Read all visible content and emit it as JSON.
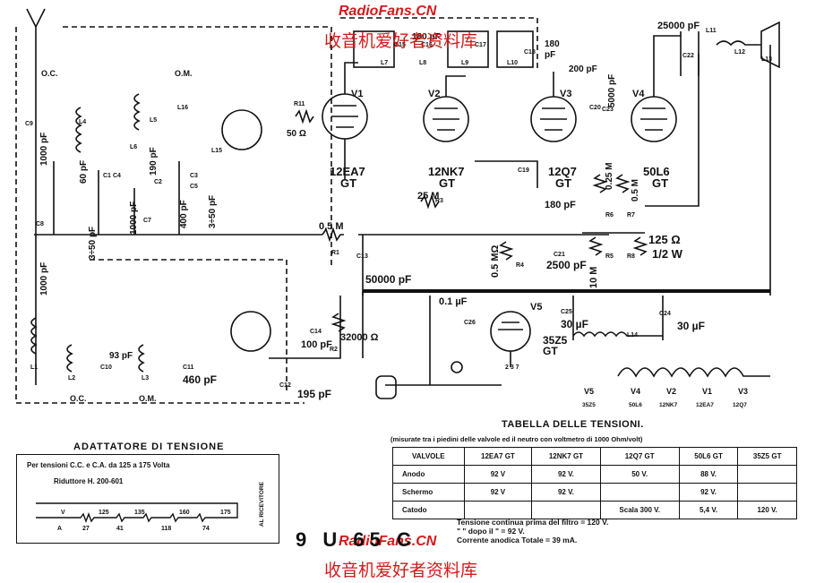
{
  "watermark": {
    "brand": "RadioFans.CN",
    "brand_cn": "收音机爱好者资料库"
  },
  "model": "9 U 65 C",
  "schematic": {
    "tubes": [
      {
        "ref": "V1",
        "type": "12EA7",
        "suffix": "GT"
      },
      {
        "ref": "V2",
        "type": "12NK7",
        "suffix": "GT"
      },
      {
        "ref": "V3",
        "type": "12Q7",
        "suffix": "GT"
      },
      {
        "ref": "V4",
        "type": "50L6",
        "suffix": "GT"
      },
      {
        "ref": "V5",
        "type": "35Z5",
        "suffix": "GT"
      }
    ],
    "labels": {
      "oc_top": "O.C.",
      "om_top": "O.M.",
      "oc_bottom": "O.C.",
      "om_bottom": "O.M.",
      "c9": "C9",
      "c9_val": "1000 pF",
      "c8": "C8",
      "l1": "L1",
      "l1_val": "1000 pF",
      "l4": "L4",
      "c1": "C1",
      "c4": "C4",
      "c1_val": "60 pF",
      "c4_val": "3÷50 pF",
      "l5": "L5",
      "l6": "L6",
      "c7": "C7",
      "c7_val": "1000 pF",
      "c2": "C2",
      "c2_val": "190 pF",
      "c3": "C3",
      "c5": "C5",
      "c3_val": "400 pF",
      "c5_val": "3÷50 pF",
      "l16": "L16",
      "l15": "L15",
      "r11": "R11",
      "r11_val": "50 Ω",
      "r1": "R1",
      "r1_val": "0.5 M",
      "c13": "C13",
      "c13_val": "50000 pF",
      "l7": "L7",
      "l8": "L8",
      "l9": "L9",
      "l10": "L10",
      "c15": "C15",
      "c16": "C16",
      "c17": "C17",
      "c18": "C18",
      "p180a": "180 pF",
      "p180b": "180",
      "p180c": "pF",
      "c19": "C19",
      "c20": "C20",
      "c20_val": "200 pF",
      "c23": "C23",
      "c23_val": "5000 pF",
      "r3": "R3",
      "r3_val": "25 M",
      "p180d": "180 pF",
      "c21": "C21",
      "c21_val": "2500 pF",
      "r4": "R4",
      "r4_val": "0.5 MΩ",
      "r5": "R5",
      "r5_val": "10 M",
      "r6": "R6",
      "r6_val": "0.25 M",
      "r7": "R7",
      "r7_val": "0.5 M",
      "r8": "R8",
      "r8_val": "125 Ω",
      "r8_w": "1/2 W",
      "c22": "C22",
      "c22_val": "25000 pF",
      "l11": "L11",
      "l12": "L12",
      "l13": "L13",
      "c14": "C14",
      "c14_val": "100 pF",
      "r2": "R2",
      "r2_val": "32000 Ω",
      "c12": "C12",
      "c12_val": "195 pF",
      "c10": "C10",
      "c10_val": "93 pF",
      "c11": "C11",
      "c11_val": "460 pF",
      "l2": "L2",
      "l3": "L3",
      "c26": "C26",
      "c26_val": "0.1 µF",
      "c25": "C25",
      "c25_val": "30 µF",
      "c24": "C24",
      "c24_val": "30 µF",
      "l14": "L14",
      "v5_pins": "2  3  7",
      "fil_labels": [
        "V5",
        "V4",
        "V2",
        "V1",
        "V3"
      ],
      "fil_types": [
        "35Z5",
        "50L6",
        "12NK7",
        "12EA7",
        "12Q7"
      ]
    }
  },
  "adapter": {
    "title": "ADATTATORE DI TENSIONE",
    "line1": "Per tensioni C.C. e C.A. da 125 a 175 Volta",
    "line2": "Riduttore H. 200-601",
    "taps": [
      "V",
      "125",
      "135",
      "160",
      "175"
    ],
    "resistors": [
      "27",
      "41",
      "118",
      "74"
    ],
    "ground": "A",
    "receiver": "AL RICEVITORE"
  },
  "voltage_table": {
    "title": "TABELLA DELLE TENSIONI.",
    "subtitle": "(misurate tra i piedini delle valvole ed il neutro con voltmetro di 1000 Ohm/volt)",
    "headers": [
      "VALVOLE",
      "12EA7 GT",
      "12NK7 GT",
      "12Q7 GT",
      "50L6 GT",
      "35Z5 GT"
    ],
    "rows": [
      {
        "label": "Anodo",
        "cells": [
          "92 V",
          "92 V.",
          "50 V.",
          "88 V.",
          ""
        ]
      },
      {
        "label": "Schermo",
        "cells": [
          "92 V",
          "92 V.",
          "",
          "92 V.",
          ""
        ]
      },
      {
        "label": "Catodo",
        "cells": [
          "",
          "",
          "Scala 300 V.",
          "5,4 V.",
          "120 V."
        ]
      }
    ],
    "notes": [
      "Tensione continua prima del filtro = 120 V.",
      "\"        \"     dopo il    \"    = 92 V.",
      "Corrente anodica Totale = 39 mA."
    ]
  }
}
